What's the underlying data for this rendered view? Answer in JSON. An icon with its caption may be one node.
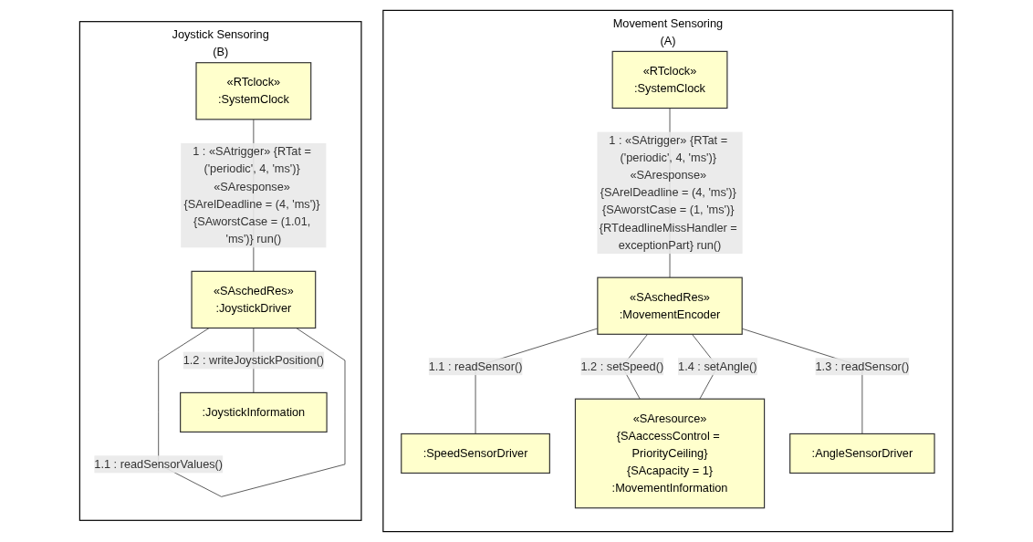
{
  "diagram": {
    "nodes": [
      {
        "text": [
          "Movement Sensoring",
          "(A)"
        ]
      },
      {
        "text": [
          "«RTclock»",
          ":SystemClock"
        ],
        "in": 0
      },
      {
        "text": [
          "«SAschedRes»",
          ":MovementEncoder"
        ],
        "in": 0
      },
      {
        "text": [
          ":SpeedSensorDriver"
        ],
        "in": 0
      },
      {
        "text": [
          "«SAresource»",
          "{SAaccessControl = PriorityCeiling}",
          "{SAcapacity = 1}",
          ":MovementInformation"
        ],
        "in": 0
      },
      {
        "text": [
          ":AngleSensorDriver"
        ],
        "in": 0
      },
      {
        "text": [
          "Joystick Sensoring",
          "(B)"
        ]
      },
      {
        "text": [
          "«RTclock»",
          ":SystemClock"
        ],
        "in": 6
      },
      {
        "text": [
          "«SAschedRes»",
          ":JoystickDriver"
        ],
        "in": 6
      },
      {
        "text": [
          ":JoystickInformation"
        ],
        "in": 6
      }
    ],
    "edges": [
      {
        "from": 1,
        "to": 2,
        "arrow": "none",
        "label": "1 : «SAtrigger» {RTat = ('periodic', 4, 'ms')} «SAresponse» {SArelDeadline = (4, 'ms')} {SAworstCase = (1, 'ms')} {RTdeadlineMissHandler = exceptionPart} run()"
      },
      {
        "from": 2,
        "to": 3,
        "arrow": "none",
        "label": "1.1 : readSensor()"
      },
      {
        "from": 2,
        "to": 4,
        "arrow": "none",
        "label": "1.2 : setSpeed()"
      },
      {
        "from": 2,
        "to": 4,
        "arrow": "none",
        "label": "1.4 : setAngle()"
      },
      {
        "from": 2,
        "to": 5,
        "arrow": "none",
        "label": "1.3 : readSensor()"
      },
      {
        "from": 7,
        "to": 8,
        "arrow": "none",
        "label": "1 : «SAtrigger» {RTat = ('periodic', 4, 'ms')} «SAresponse» {SArelDeadline = (4, 'ms')} {SAworstCase = (1.01, 'ms')} run()"
      },
      {
        "from": 8,
        "to": 8,
        "arrow": "none",
        "label": "1.1 : readSensorValues()"
      },
      {
        "from": 8,
        "to": 9,
        "arrow": "none",
        "label": "1.2 : writeJoystickPosition()"
      }
    ]
  }
}
